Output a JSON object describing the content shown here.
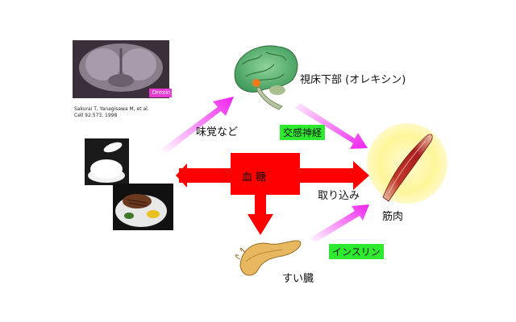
{
  "brain_slice": {
    "tag": "Orexin",
    "citation": [
      "Sakurai T, Yanagisawa M, et al.",
      "Cell 92:573, 1998"
    ]
  },
  "labels": {
    "hypothalamus": "視床下部 (オレキシン)",
    "taste": "味覚など",
    "sympathetic": "交感神経",
    "blood_sugar": "血 糖",
    "uptake": "取り込み",
    "muscle": "筋肉",
    "insulin": "インスリン",
    "pancreas": "すい臓"
  },
  "colors": {
    "red_arrow": "#ff0000",
    "pink_arrow": "#ee22ee",
    "green_tag": "#2eea2e",
    "muscle_glow": "#fff59a",
    "orexin_tag": "#e63ad1"
  }
}
